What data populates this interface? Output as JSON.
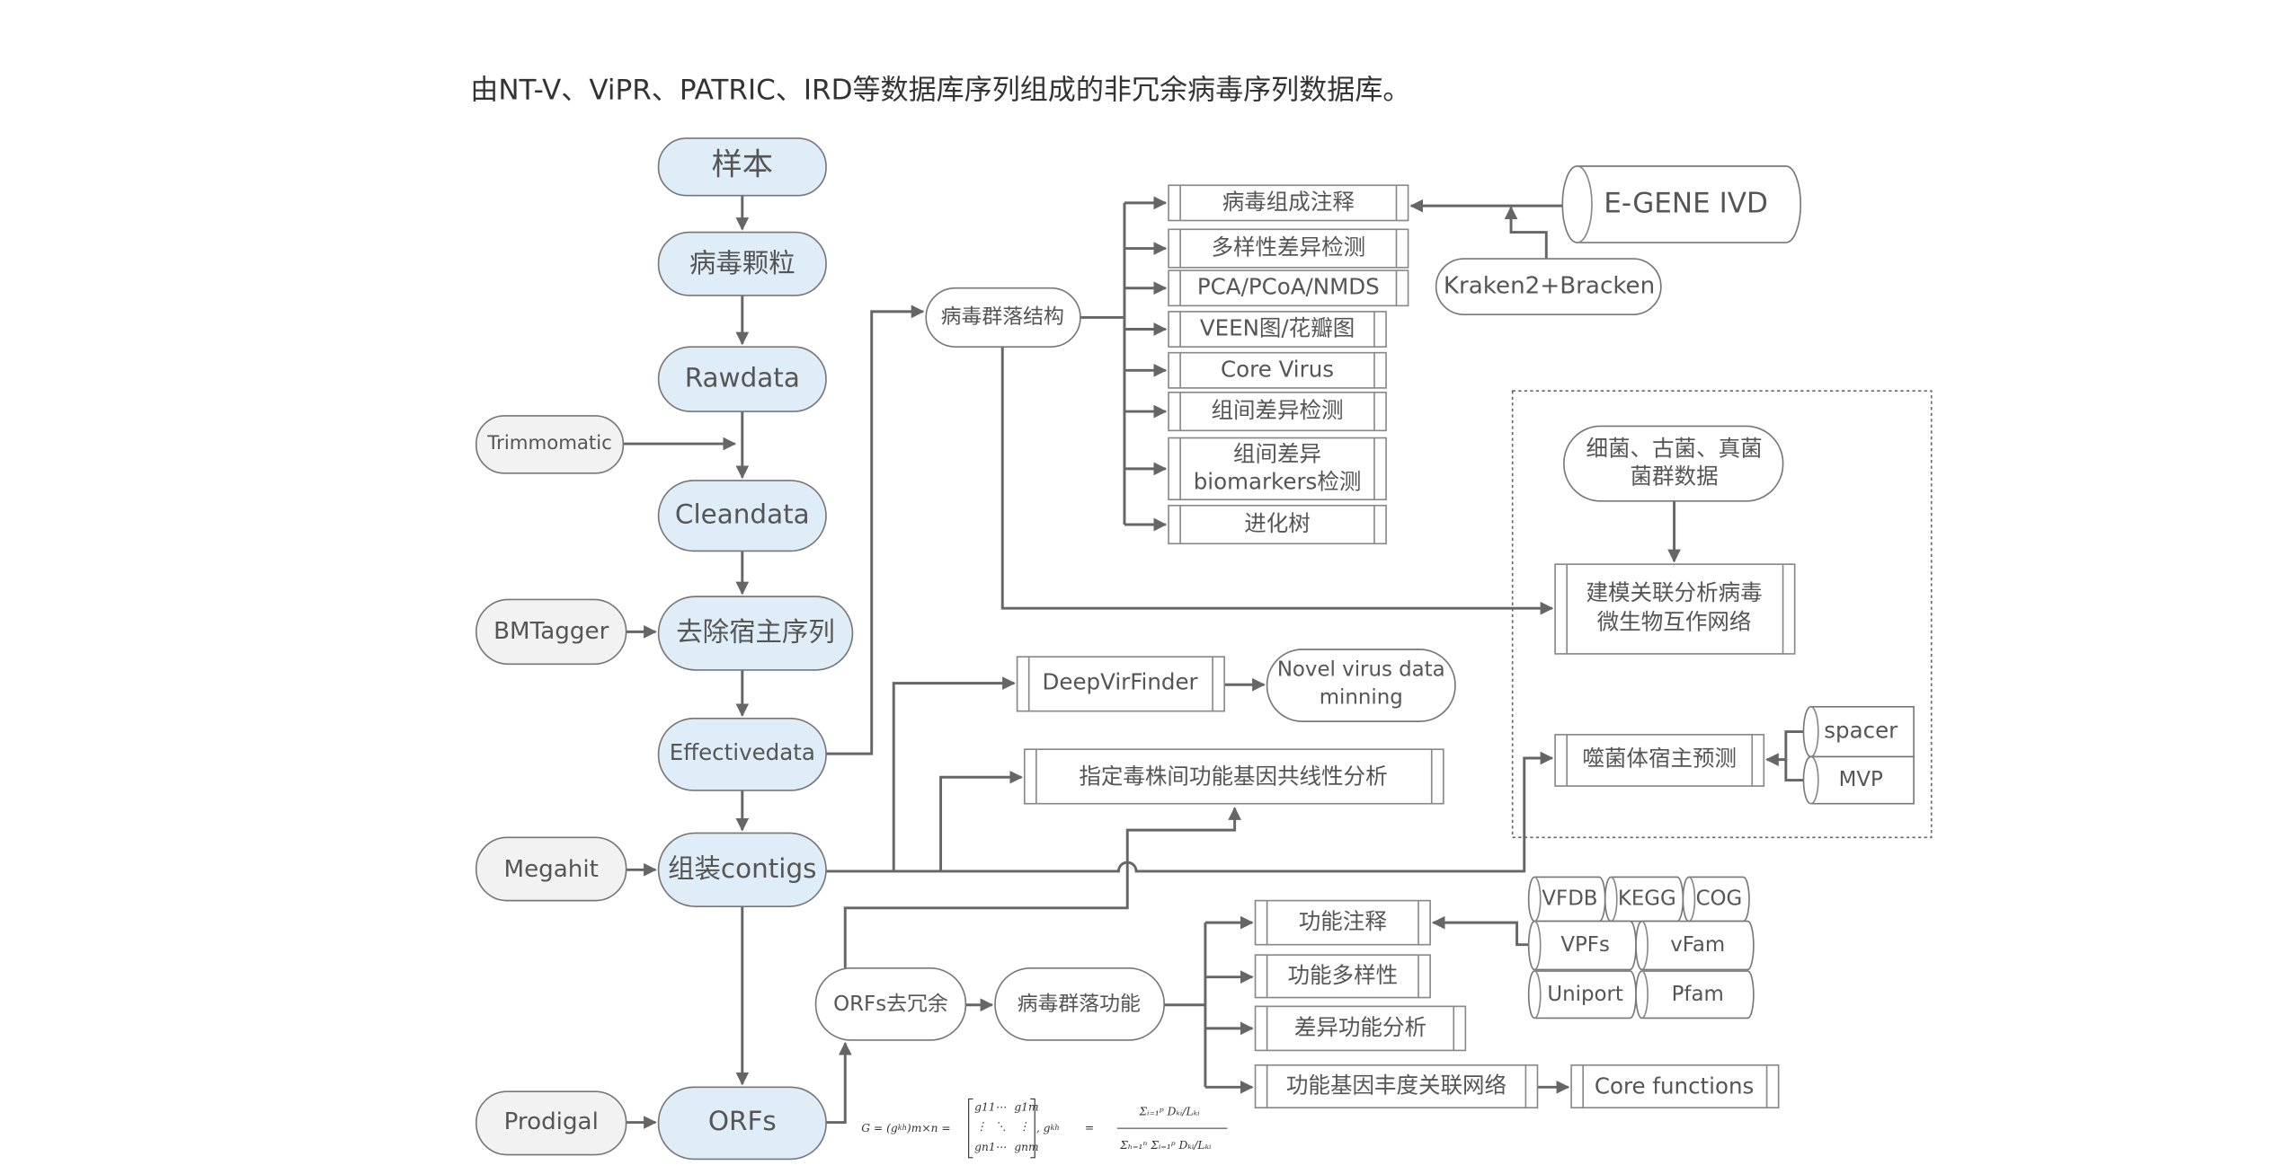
{
  "title": "由NT-V、ViPR、PATRIC、IRD等数据库序列组成的非冗余病毒序列数据库。",
  "colors": {
    "main_node_fill": "#deedf7",
    "tool_node_fill": "#f2f2f2",
    "line": "#666666"
  },
  "main_flow": {
    "sample": "样本",
    "virus_particles": "病毒颗粒",
    "rawdata": "Rawdata",
    "cleandata": "Cleandata",
    "remove_host": "去除宿主序列",
    "effectivedata": "Effectivedata",
    "assemble": "组装contigs",
    "orfs": "ORFs"
  },
  "tools": {
    "trimmomatic": "Trimmomatic",
    "bmtagger": "BMTagger",
    "megahit": "Megahit",
    "prodigal": "Prodigal",
    "kraken": "Kraken2+Bracken",
    "egene": "E-GENE IVD"
  },
  "community_structure": {
    "label": "病毒群落结构",
    "analyses": [
      "病毒组成注释",
      "多样性差异检测",
      "PCA/PCoA/NMDS",
      "VEEN图/花瓣图",
      "Core Virus",
      "组间差异检测",
      "组间差异",
      "biomarkers检测",
      "进化树"
    ]
  },
  "interaction": {
    "microbe_data_line1": "细菌、古菌、真菌",
    "microbe_data_line2": "菌群数据",
    "network_line1": "建模关联分析病毒",
    "network_line2": "微生物互作网络",
    "phage_host": "噬菌体宿主预测",
    "spacer": "spacer",
    "mvp": "MVP"
  },
  "novel": {
    "deepvirfinder": "DeepVirFinder",
    "novel_line1": "Novel virus data",
    "novel_line2": "minning",
    "collinearity": "指定毒株间功能基因共线性分析"
  },
  "function": {
    "orf_dedup": "ORFs去冗余",
    "community_function": "病毒群落功能",
    "analyses": [
      "功能注释",
      "功能多样性",
      "差异功能分析",
      "功能基因丰度关联网络"
    ],
    "core_functions": "Core functions",
    "databases": [
      "VFDB",
      "KEGG",
      "COG",
      "VPFs",
      "vFam",
      "Uniport",
      "Pfam"
    ]
  },
  "formula": {
    "lhs": "G = (g",
    "lhs_sub": "kh",
    "lhs_dim": ")m×n =",
    "m11": "g11",
    "m1m": "g1m",
    "mn1": "gn1",
    "mnm": "gnm",
    "dots_h": "⋯",
    "dots_v": "⋮",
    "dots_d": "⋱",
    "gkh": ", g",
    "gkh_sub": "kh",
    "eq": "=",
    "numerator": "Σᵢ₌₁ᵖ Dₖᵢ/Lₖᵢ",
    "denominator": "Σₕ₌₁ⁿ Σᵢ₌₁ᵖ Dₖᵢ/Lₖᵢ"
  }
}
